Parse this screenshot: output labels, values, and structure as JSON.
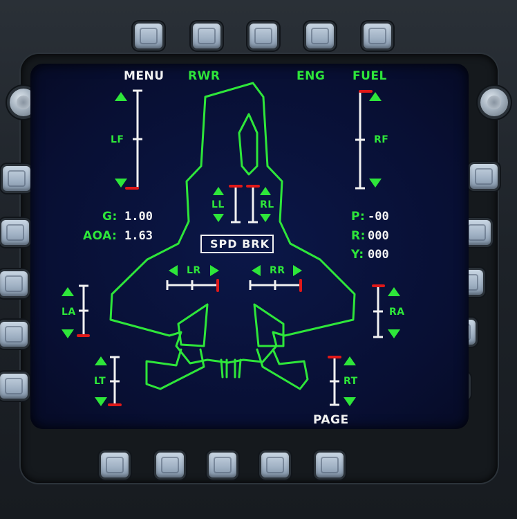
{
  "top_buttons": {
    "menu": "MENU",
    "rwr": "RWR",
    "eng": "ENG",
    "fuel": "FUEL"
  },
  "bottom_buttons": {
    "page": "PAGE"
  },
  "gauges": {
    "lf": "LF",
    "rf": "RF",
    "ll": "LL",
    "rl": "RL",
    "lr": "LR",
    "rr": "RR",
    "la": "LA",
    "ra": "RA",
    "lt": "LT",
    "rt": "RT"
  },
  "readouts": {
    "g_label": "G:",
    "g_value": "1.00",
    "aoa_label": "AOA:",
    "aoa_value": "1.63",
    "p_label": "P:",
    "p_value": "-00",
    "r_label": "R:",
    "r_value": "000",
    "y_label": "Y:",
    "y_value": "000"
  },
  "status": {
    "speed_brake": "SPD BRK"
  },
  "colors": {
    "symbology": "#2ee63a",
    "text": "#f2f2f2",
    "indicator": "#e01818",
    "screen": "#0a1440"
  }
}
